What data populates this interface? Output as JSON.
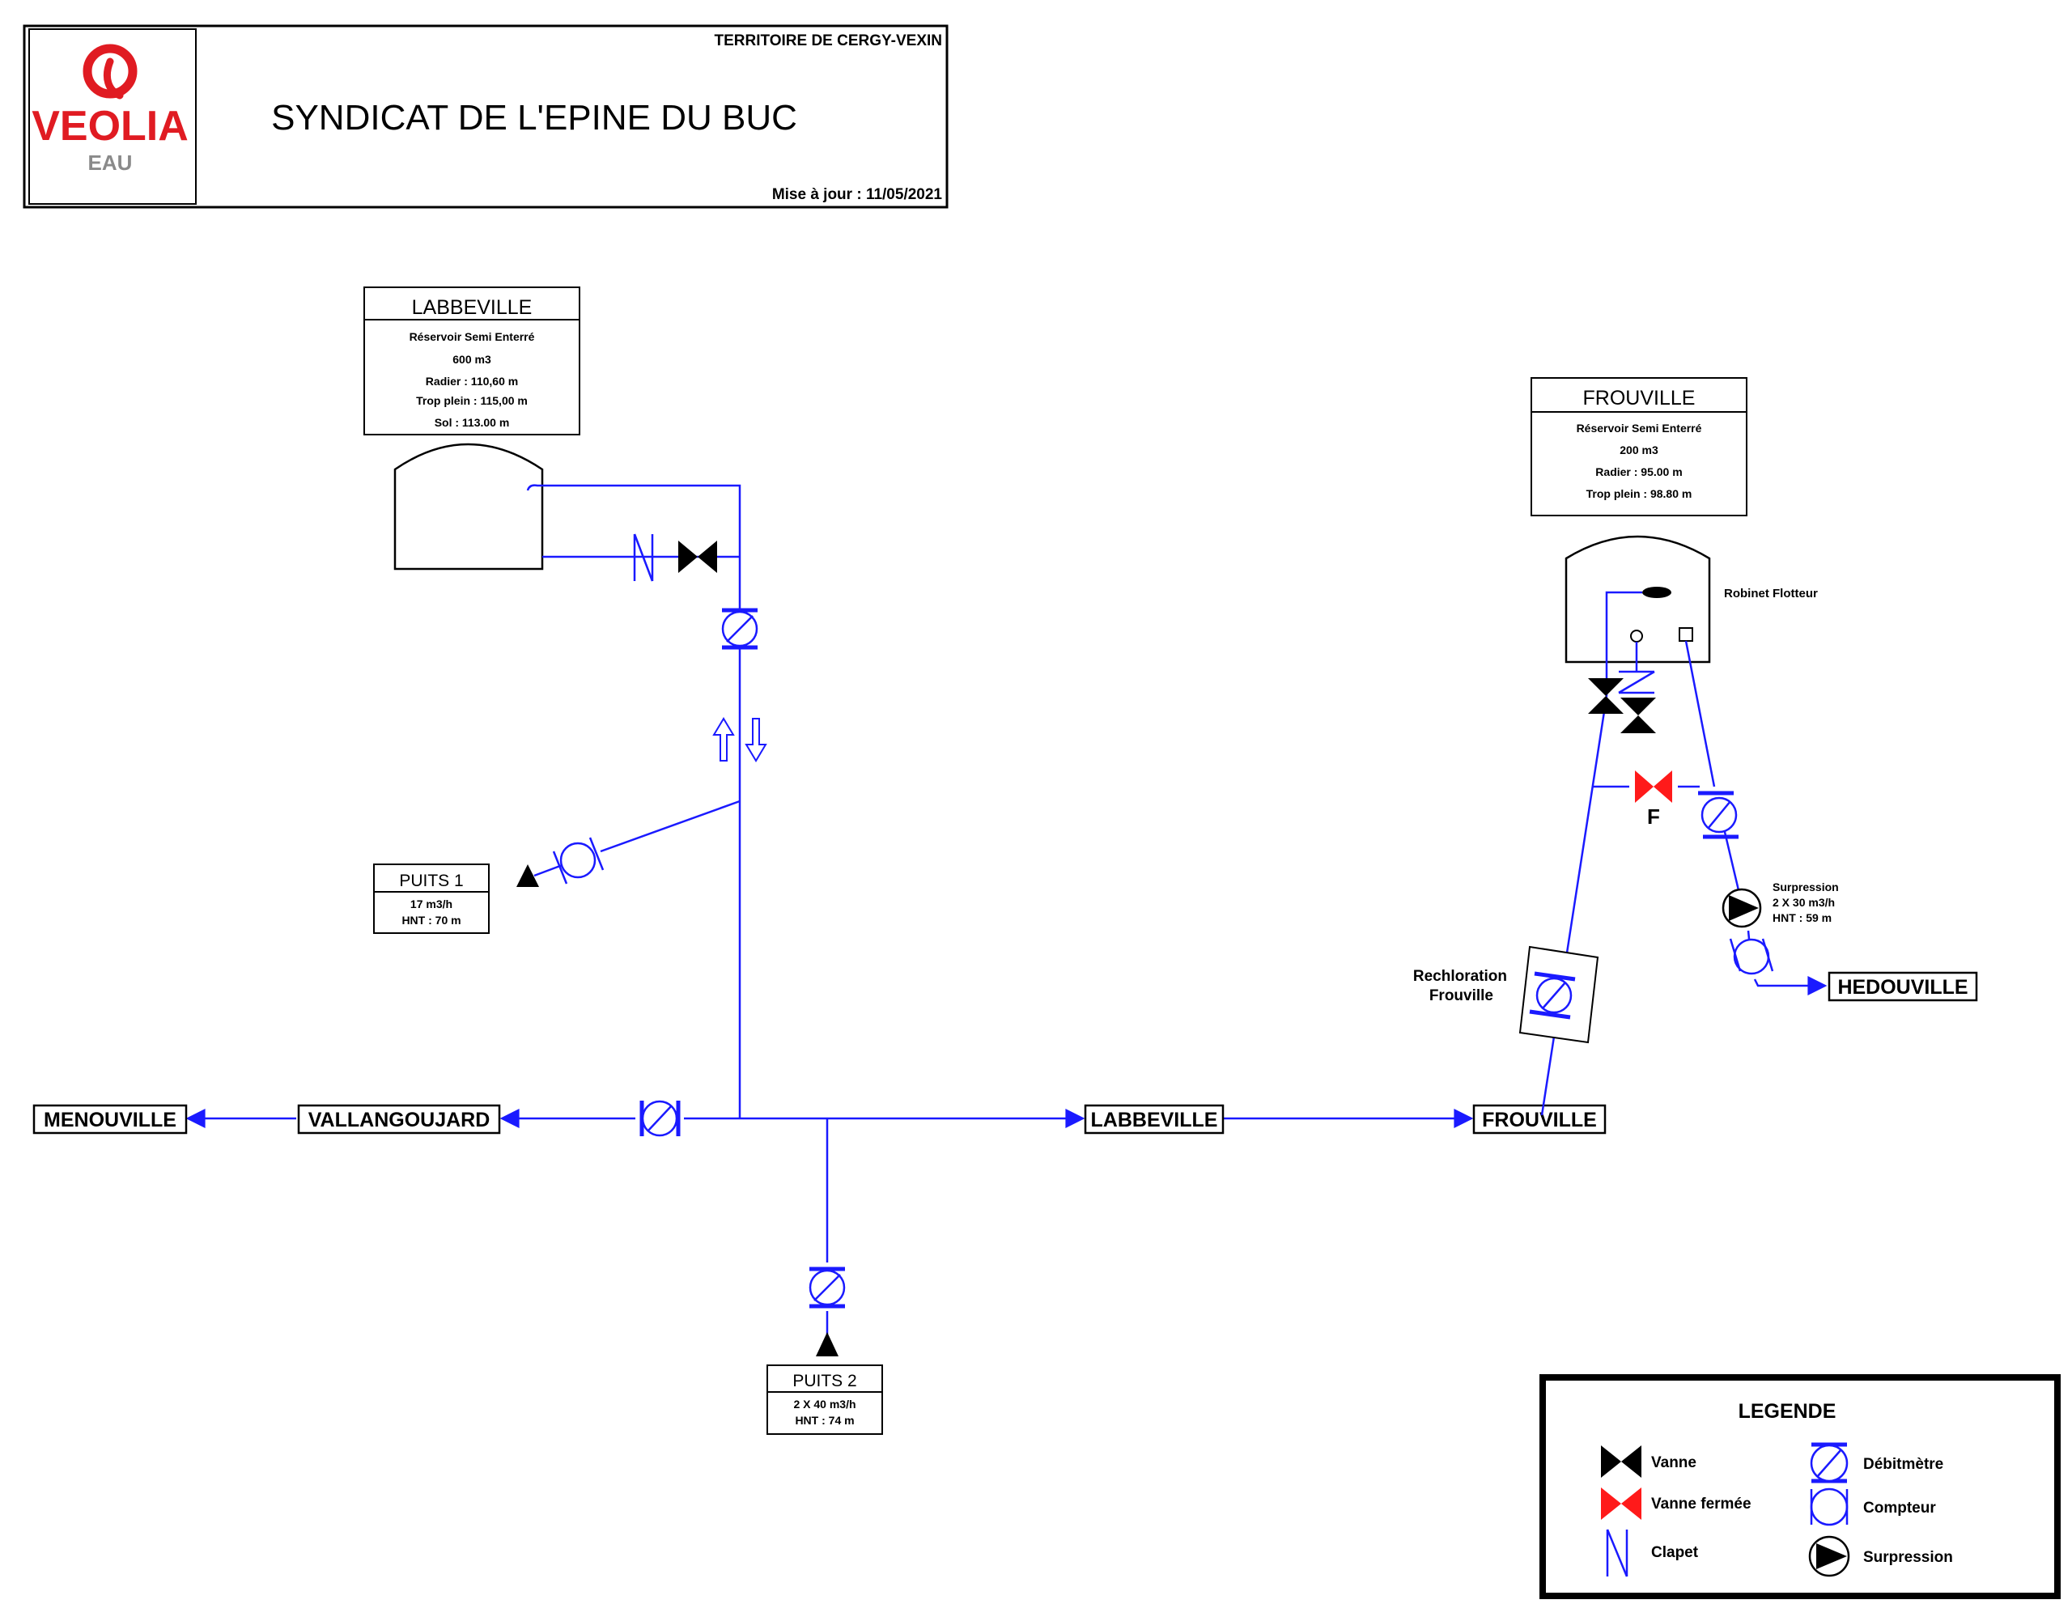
{
  "header": {
    "logo_main": "VEOLIA",
    "logo_sub": "EAU",
    "territory": "TERRITOIRE DE CERGY-VEXIN",
    "title": "SYNDICAT DE L'EPINE DU BUC",
    "update": "Mise à jour : 11/05/2021"
  },
  "labbeville_reservoir": {
    "name": "LABBEVILLE",
    "lines": [
      "Réservoir Semi Enterré",
      "600 m3",
      "Radier : 110,60 m",
      "Trop plein : 115,00 m",
      "Sol : 113.00 m"
    ]
  },
  "frouville_reservoir": {
    "name": "FROUVILLE",
    "lines": [
      "Réservoir Semi Enterré",
      "200 m3",
      "Radier : 95.00 m",
      "Trop plein : 98.80 m"
    ],
    "float_valve_label": "Robinet Flotteur"
  },
  "puits1": {
    "name": "PUITS 1",
    "lines": [
      "17 m3/h",
      "HNT : 70 m"
    ]
  },
  "puits2": {
    "name": "PUITS 2",
    "lines": [
      "2 X 40 m3/h",
      "HNT : 74 m"
    ]
  },
  "surpression": {
    "lines": [
      "Surpression",
      "2 X 30 m3/h",
      "HNT : 59 m"
    ]
  },
  "rechloration": {
    "lines": [
      "Rechloration",
      "Frouville"
    ]
  },
  "closed_valve_tag": "F",
  "destinations": {
    "menouville": "MENOUVILLE",
    "vallangoujard": "VALLANGOUJARD",
    "labbeville": "LABBEVILLE",
    "frouville": "FROUVILLE",
    "hedouville": "HEDOUVILLE"
  },
  "legend": {
    "title": "LEGENDE",
    "items": {
      "vanne": "Vanne",
      "vanne_fermee": "Vanne fermée",
      "clapet": "Clapet",
      "debitmetre": "Débitmètre",
      "compteur": "Compteur",
      "surpression": "Surpression"
    }
  },
  "colors": {
    "pipe": "#1a1aff",
    "closed_valve": "#ff1a1a",
    "ink": "#000000"
  }
}
